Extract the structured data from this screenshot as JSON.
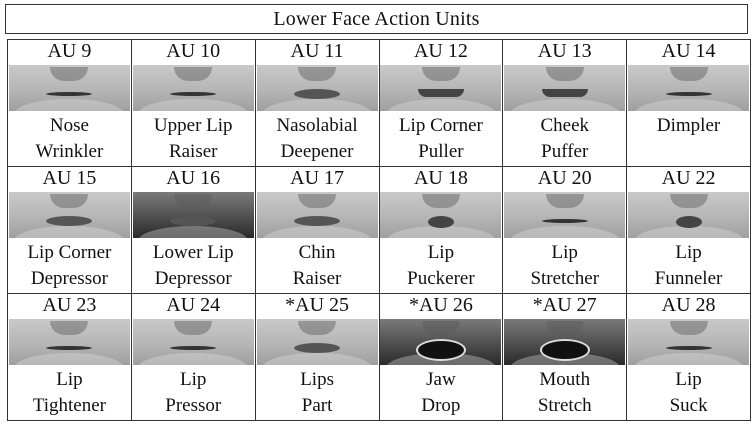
{
  "title": "Lower Face Action Units",
  "units": [
    {
      "code": "AU 9",
      "line1": "Nose",
      "line2": "Wrinkler",
      "mouth": "thin",
      "tone": "light"
    },
    {
      "code": "AU 10",
      "line1": "Upper Lip",
      "line2": "Raiser",
      "mouth": "thin",
      "tone": "light"
    },
    {
      "code": "AU 11",
      "line1": "Nasolabial",
      "line2": "Deepener",
      "mouth": "closed",
      "tone": "light"
    },
    {
      "code": "AU 12",
      "line1": "Lip Corner",
      "line2": "Puller",
      "mouth": "smile",
      "tone": "light"
    },
    {
      "code": "AU 13",
      "line1": "Cheek",
      "line2": "Puffer",
      "mouth": "smile",
      "tone": "light"
    },
    {
      "code": "AU 14",
      "line1": "Dimpler",
      "line2": "",
      "mouth": "thin",
      "tone": "light"
    },
    {
      "code": "AU 15",
      "line1": "Lip Corner",
      "line2": "Depressor",
      "mouth": "closed",
      "tone": "light"
    },
    {
      "code": "AU 16",
      "line1": "Lower Lip",
      "line2": "Depressor",
      "mouth": "closed",
      "tone": "dark"
    },
    {
      "code": "AU 17",
      "line1": "Chin",
      "line2": "Raiser",
      "mouth": "closed",
      "tone": "light"
    },
    {
      "code": "AU 18",
      "line1": "Lip",
      "line2": "Puckerer",
      "mouth": "pucker",
      "tone": "light"
    },
    {
      "code": "AU 20",
      "line1": "Lip",
      "line2": "Stretcher",
      "mouth": "thin",
      "tone": "light"
    },
    {
      "code": "AU 22",
      "line1": "Lip",
      "line2": "Funneler",
      "mouth": "pucker",
      "tone": "light"
    },
    {
      "code": "AU 23",
      "line1": "Lip",
      "line2": "Tightener",
      "mouth": "thin",
      "tone": "light"
    },
    {
      "code": "AU 24",
      "line1": "Lip",
      "line2": "Pressor",
      "mouth": "thin",
      "tone": "light"
    },
    {
      "code": "*AU 25",
      "line1": "Lips",
      "line2": "Part",
      "mouth": "closed",
      "tone": "light"
    },
    {
      "code": "*AU 26",
      "line1": "Jaw",
      "line2": "Drop",
      "mouth": "open",
      "tone": "dark"
    },
    {
      "code": "*AU 27",
      "line1": "Mouth",
      "line2": "Stretch",
      "mouth": "open",
      "tone": "dark"
    },
    {
      "code": "AU 28",
      "line1": "Lip",
      "line2": "Suck",
      "mouth": "thin",
      "tone": "light"
    }
  ]
}
